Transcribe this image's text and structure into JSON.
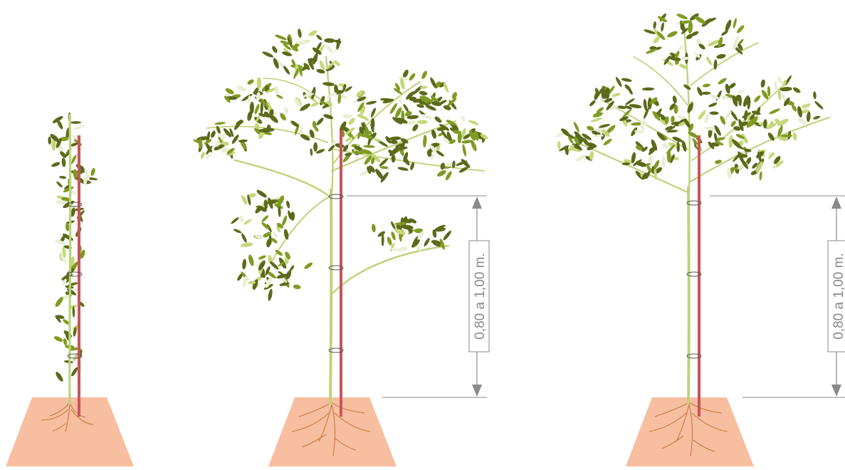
{
  "figure": {
    "stages": [
      {
        "name": "young-sapling"
      },
      {
        "name": "formed-tree-with-low-branch"
      },
      {
        "name": "formed-tree-pruned"
      }
    ],
    "measurement_label": "0,80 a 1,00 m.",
    "colors": {
      "soil": "#f7bea0",
      "stake": "#c9545a",
      "trunk": "#bfd27a",
      "roots": "#c8793e",
      "leaf_dark": "#5b6a1a",
      "leaf_mid": "#7f9b24",
      "leaf_light": "#c3d879",
      "leaf_pale": "#e9efd6",
      "dimension_line": "#8a8a8a"
    }
  }
}
